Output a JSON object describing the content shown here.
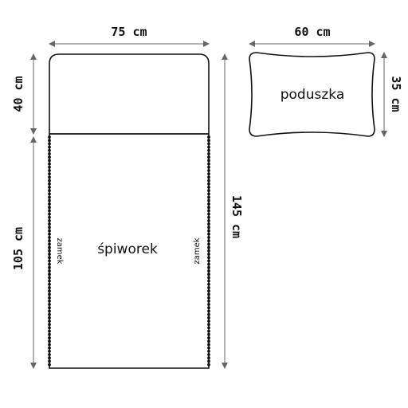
{
  "sleeping_bag": {
    "label": "śpiworek",
    "width_label": "75 cm",
    "top_height_label": "40 cm",
    "bottom_height_label": "105 cm",
    "total_height_label": "145 cm",
    "zip_left_label": "zamek",
    "zip_right_label": "zamek"
  },
  "pillow": {
    "label": "poduszka",
    "width_label": "60 cm",
    "height_label": "35 cm"
  }
}
